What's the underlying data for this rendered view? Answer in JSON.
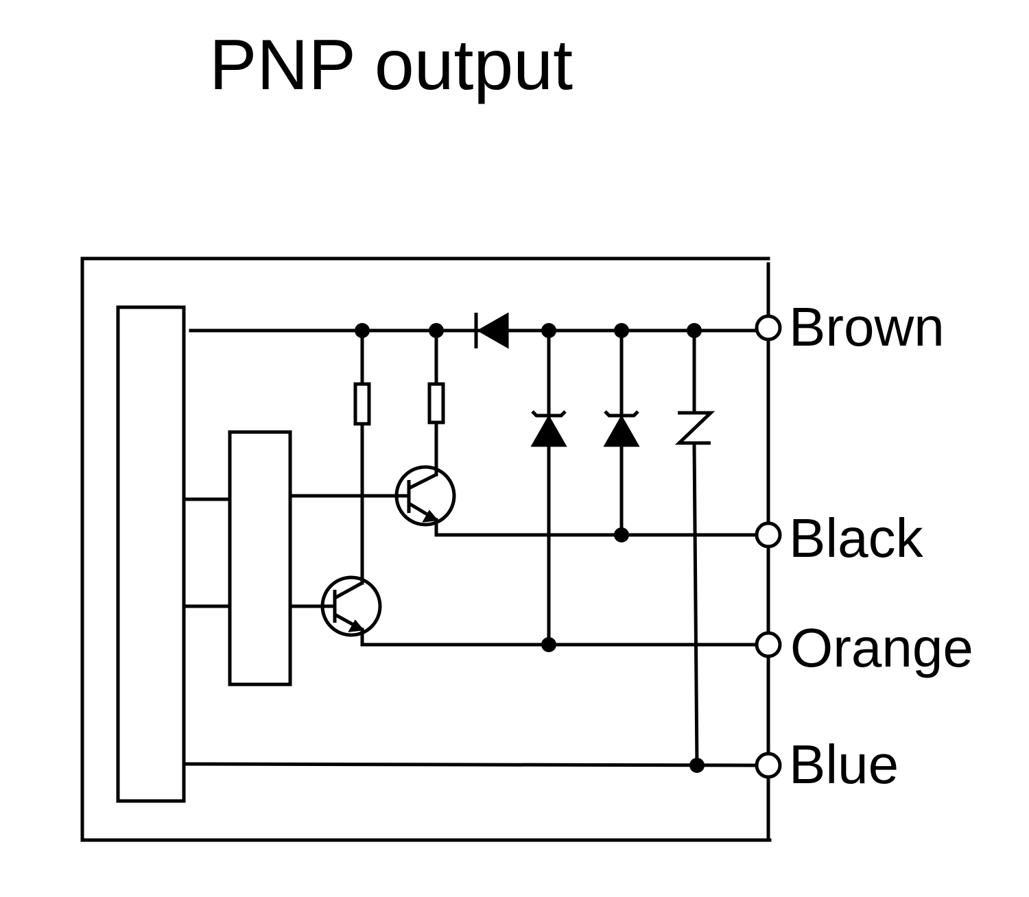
{
  "title": "PNP output",
  "terminals": {
    "brown": "Brown",
    "black": "Black",
    "orange": "Orange",
    "blue": "Blue"
  }
}
